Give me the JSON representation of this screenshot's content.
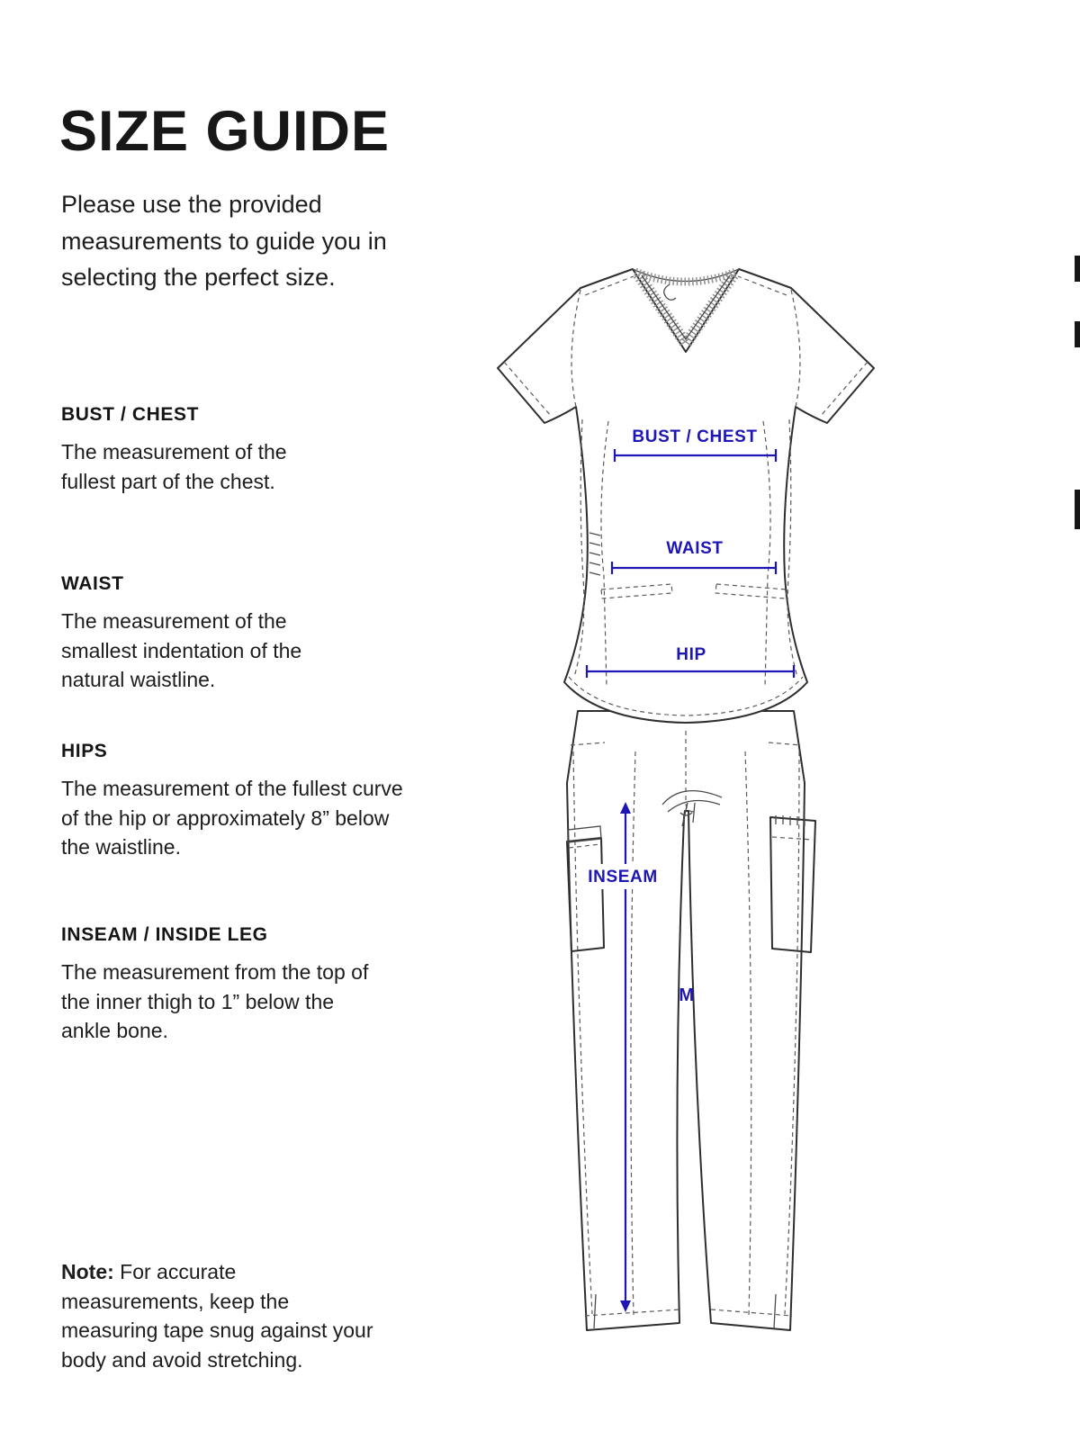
{
  "page": {
    "title": "SIZE GUIDE",
    "intro": "Please use the provided measurements to guide you in selecting the perfect size."
  },
  "sections": [
    {
      "heading": "BUST / CHEST",
      "body": "The measurement of the fullest part of the chest."
    },
    {
      "heading": "WAIST",
      "body": "The measurement of the smallest indentation of the natural waistline."
    },
    {
      "heading": "HIPS",
      "body": "The measurement of the fullest curve of the hip or approximately 8” below the waistline."
    },
    {
      "heading": "INSEAM / INSIDE LEG",
      "body": "The measurement from the top of the inner thigh to 1” below the ankle bone."
    }
  ],
  "note": {
    "label": "Note:",
    "text": "For accurate measurements, keep the measuring tape snug against your body and avoid stretching."
  },
  "diagram": {
    "labels": {
      "bust": "BUST / CHEST",
      "waist": "WAIST",
      "hip": "HIP",
      "inseam": "INSEAM",
      "size": "M"
    },
    "accent_color": "#1d16b4",
    "line_color": "#2e2e2e"
  }
}
